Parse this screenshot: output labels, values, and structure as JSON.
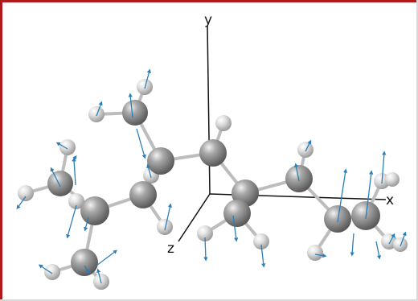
{
  "viewer": {
    "frame_color": "#b11a1a",
    "background": "#ffffff"
  },
  "axes": {
    "x_label": "x",
    "y_label": "y",
    "z_label": "z"
  },
  "colors": {
    "carbon": "#8f8f8f",
    "hydrogen": "#d9d9d9",
    "bond": "#bcbcbc",
    "vector": "#2a7fb8"
  }
}
